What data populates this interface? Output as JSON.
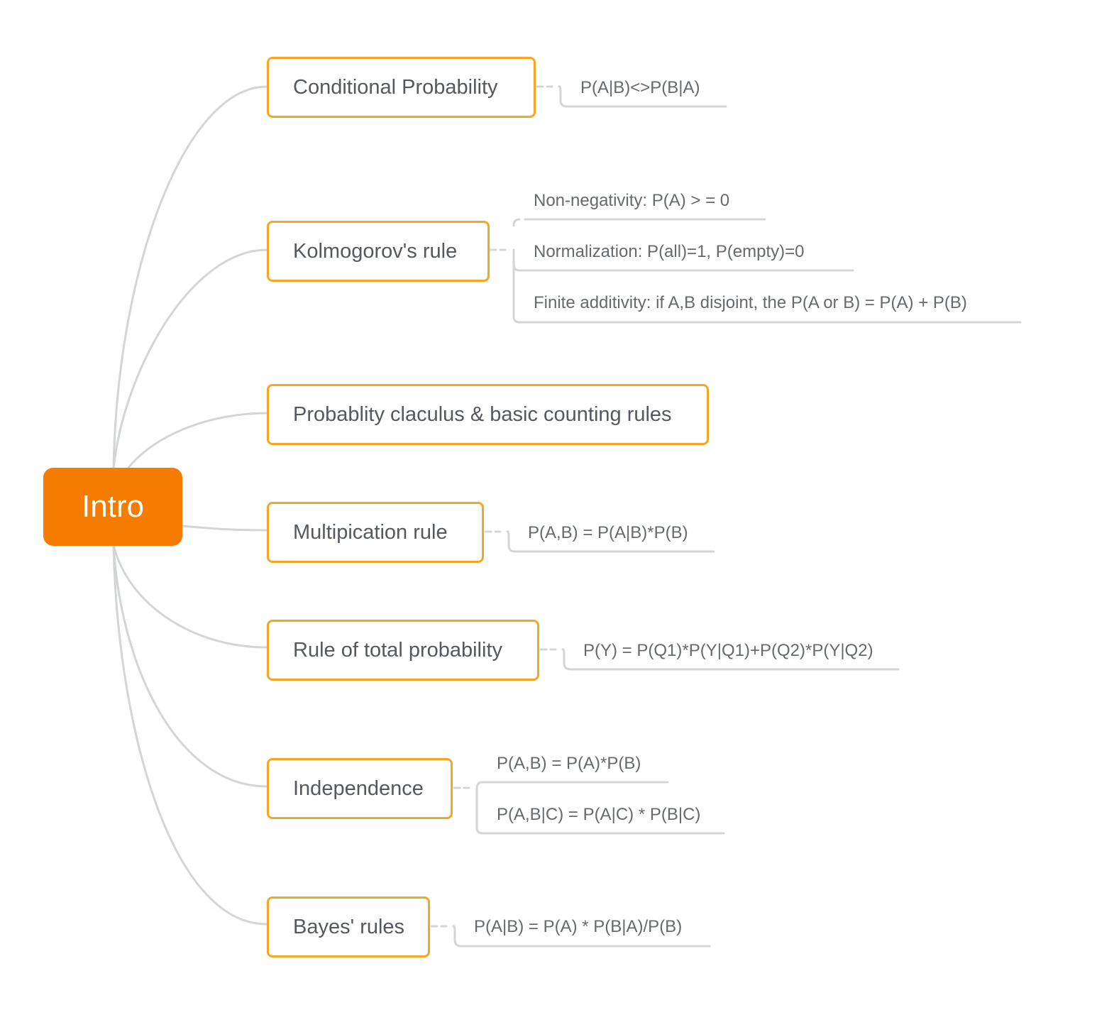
{
  "root": {
    "label": "Intro"
  },
  "topics": [
    {
      "label": "Conditional Probability",
      "details": [
        "P(A|B)<>P(B|A)"
      ]
    },
    {
      "label": "Kolmogorov's rule",
      "details": [
        "Non-negativity: P(A) > = 0",
        "Normalization: P(all)=1, P(empty)=0",
        "Finite additivity: if A,B disjoint, the P(A or B) = P(A) + P(B)"
      ]
    },
    {
      "label": "Probablity claculus & basic counting rules",
      "details": []
    },
    {
      "label": "Multipication rule",
      "details": [
        "P(A,B) = P(A|B)*P(B)"
      ]
    },
    {
      "label": "Rule of total probability",
      "details": [
        "P(Y) = P(Q1)*P(Y|Q1)+P(Q2)*P(Y|Q2)"
      ]
    },
    {
      "label": "Independence",
      "details": [
        "P(A,B) = P(A)*P(B)",
        "P(A,B|C) = P(A|C) * P(B|C)"
      ]
    },
    {
      "label": "Bayes' rules",
      "details": [
        "P(A|B) = P(A) * P(B|A)/P(B)"
      ]
    }
  ],
  "colors": {
    "root_fill": "#f57c00",
    "topic_border": "#f5a623",
    "connector": "#d3d6d4",
    "text": "#55585e"
  }
}
